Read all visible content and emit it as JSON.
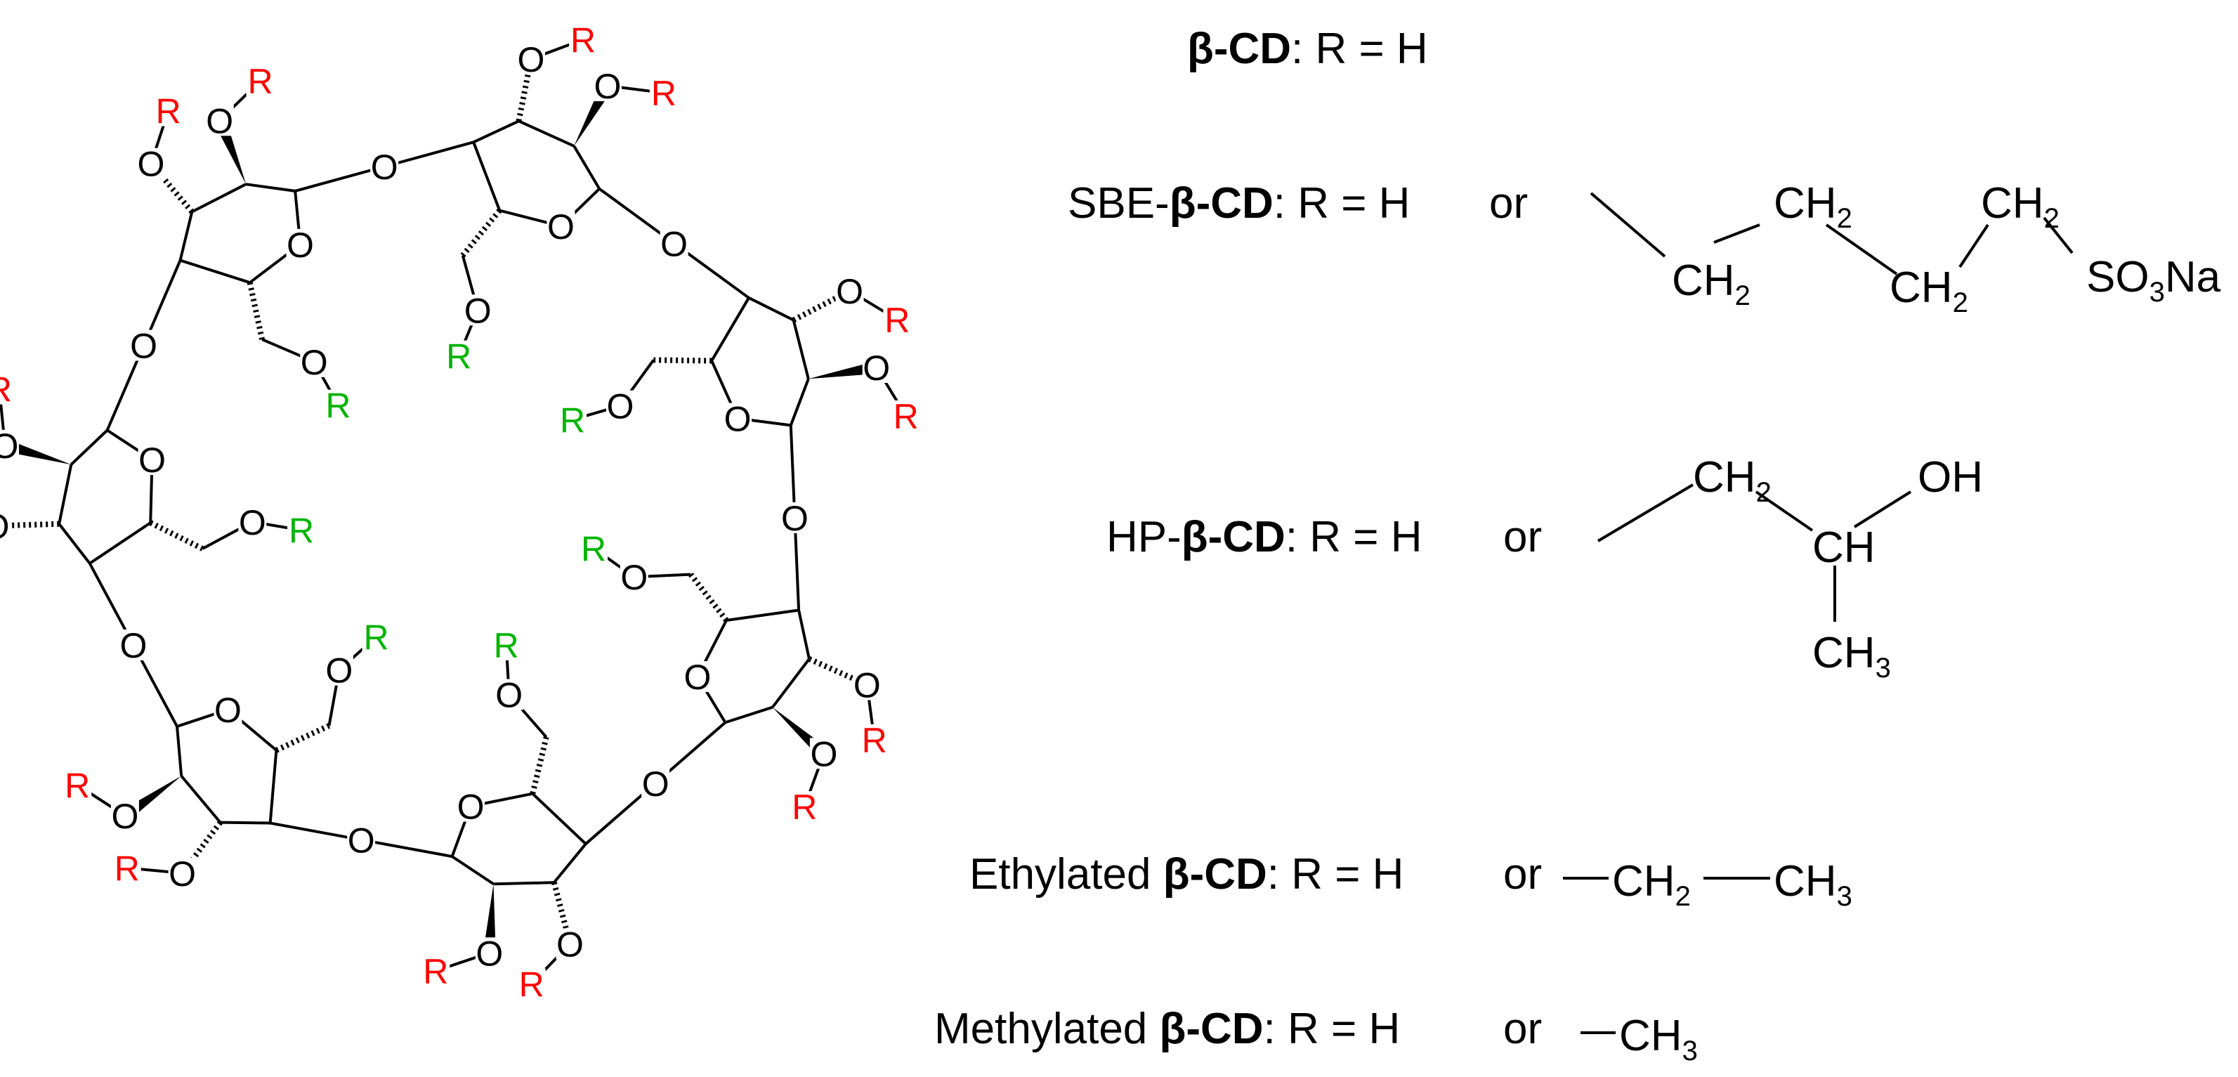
{
  "colors": {
    "bond": "#000000",
    "oxygen": "#000000",
    "r_secondary": "#ff0000",
    "r_primary": "#00b400"
  },
  "atoms": {
    "oxygen": "O",
    "r_group": "R"
  },
  "legend": [
    {
      "prefix": "",
      "beta": "β",
      "cd": "-CD",
      "rest": ": R = H",
      "or_text": ""
    },
    {
      "prefix": "SBE-",
      "beta": "β",
      "cd": "-CD",
      "rest": ": R = H",
      "or_text": "or"
    },
    {
      "prefix": "HP-",
      "beta": "β",
      "cd": "-CD",
      "rest": ": R = H",
      "or_text": "or"
    },
    {
      "prefix": "Ethylated ",
      "beta": "β",
      "cd": "-CD",
      "rest": ": R = H",
      "or_text": "or"
    },
    {
      "prefix": "Methylated ",
      "beta": "β",
      "cd": "-CD",
      "rest": ": R = H",
      "or_text": "or"
    }
  ],
  "substituents": {
    "sbe": {
      "ch2": "CH",
      "sub2": "2",
      "so3": "SO",
      "sub3": "3",
      "na": "Na"
    },
    "hp": {
      "ch2": "CH",
      "sub2": "2",
      "oh": "OH",
      "ch": "CH",
      "ch3": "CH",
      "sub3": "3"
    },
    "ethyl": {
      "ch2": "CH",
      "sub2": "2",
      "ch3": "CH",
      "sub3": "3"
    },
    "methyl": {
      "ch3": "CH",
      "sub3": "3"
    }
  }
}
